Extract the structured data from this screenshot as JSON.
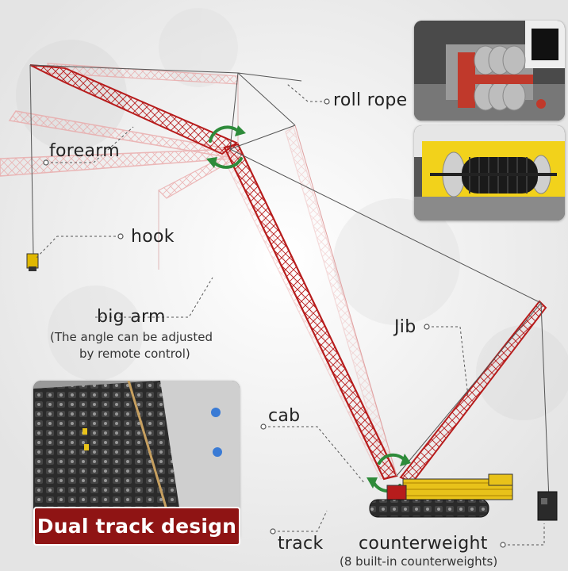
{
  "labels": {
    "roll_rope": "roll rope",
    "forearm": "forearm",
    "hook": "hook",
    "big_arm": "big arm",
    "big_arm_note_line1": "(The angle can be adjusted",
    "big_arm_note_line2": "by remote control)",
    "jib": "Jib",
    "cab": "cab",
    "track": "track",
    "counterweight": "counterweight",
    "counterweight_note": "(8 built-in counterweights)"
  },
  "banner": {
    "text": "Dual track design"
  },
  "colors": {
    "boom_red": "#b71c1c",
    "ghost_red": "#e9a3a3",
    "arrow_green": "#2e8b3a",
    "banner_bg": "#8f1414",
    "body_yellow": "#e8c21a"
  }
}
